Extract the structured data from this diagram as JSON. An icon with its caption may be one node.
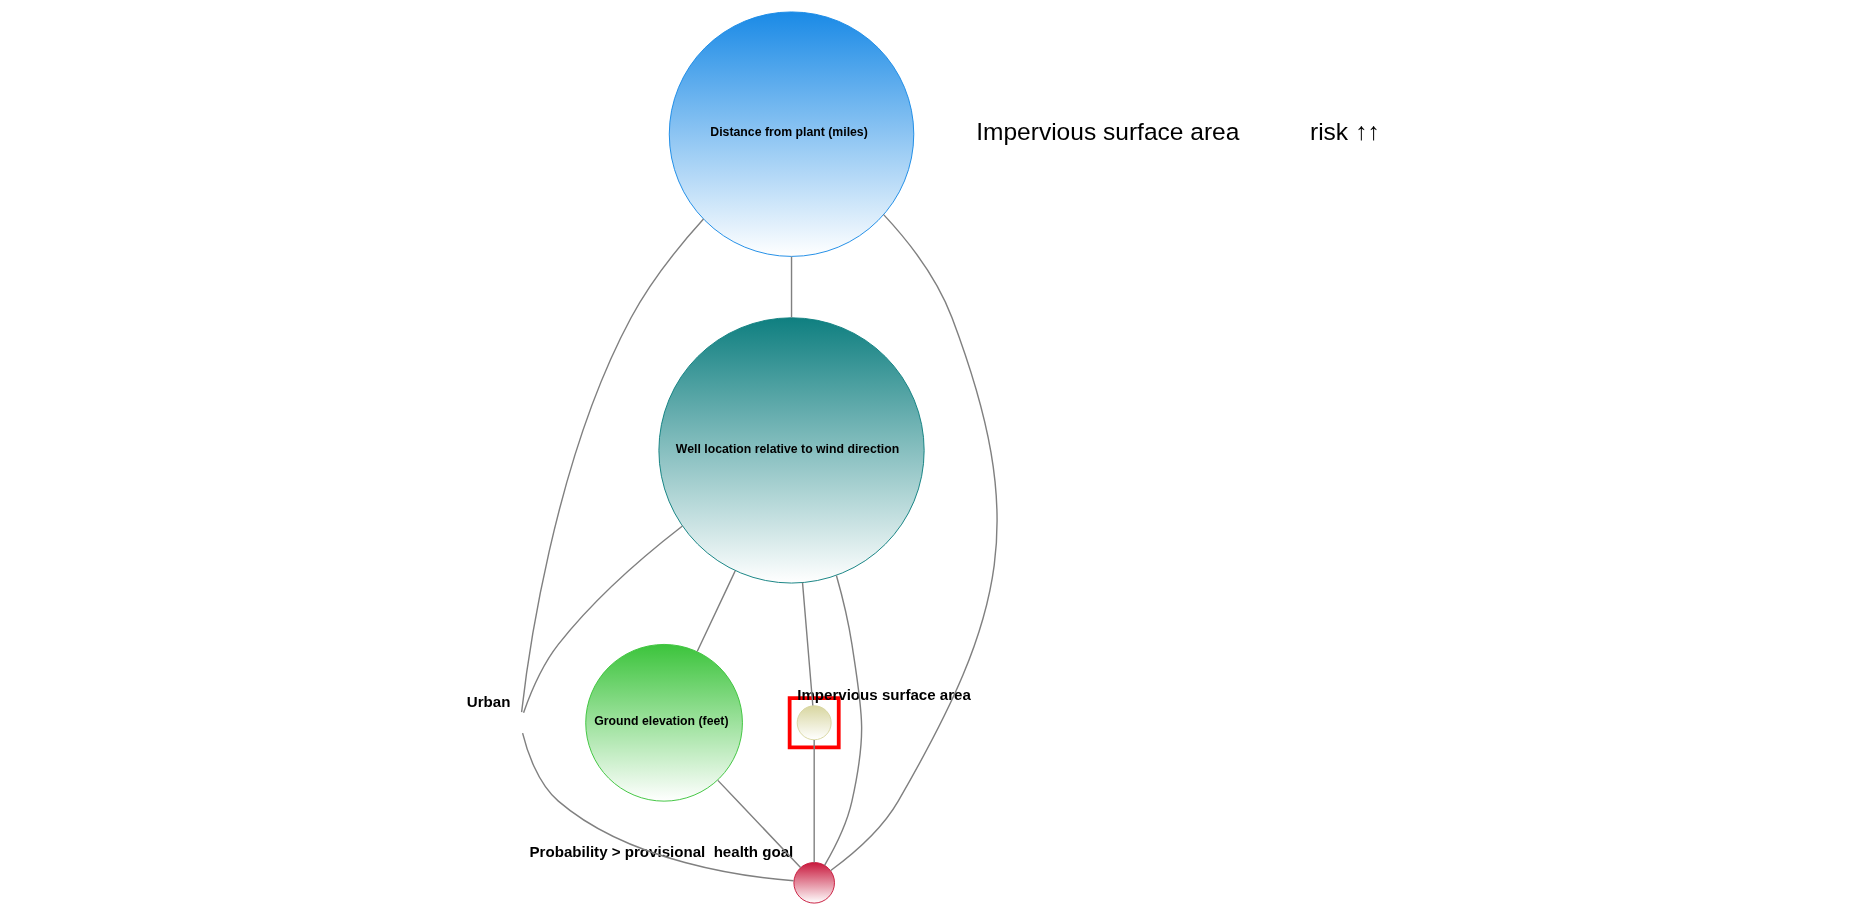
{
  "diagram": {
    "nodes": [
      {
        "text": [
          "Well location relative to wind direction"
        ]
      },
      {
        "text": [
          "Distance from plant (miles)"
        ]
      },
      {
        "text": [
          "Urban"
        ]
      },
      {
        "text": [
          "Ground elevation (feet)"
        ]
      },
      {
        "text": [],
        "shape": "box"
      },
      {
        "text": [
          "Impervious surface area"
        ],
        "in": 4
      },
      {
        "text": [
          "Probability > provisional  health goal"
        ]
      }
    ],
    "edges": [
      {
        "from": 1,
        "to": 0,
        "arrow": "none"
      },
      {
        "from": 0,
        "to": 2,
        "arrow": "none"
      },
      {
        "from": 1,
        "to": 2,
        "arrow": "none"
      },
      {
        "from": 0,
        "to": 5,
        "arrow": "none"
      },
      {
        "from": 0,
        "to": 3,
        "arrow": "none"
      },
      {
        "from": 0,
        "to": 6,
        "arrow": "none"
      },
      {
        "from": 1,
        "to": 6,
        "arrow": "none"
      },
      {
        "from": 3,
        "to": 6,
        "arrow": "none"
      },
      {
        "from": 2,
        "to": 6,
        "arrow": "none"
      },
      {
        "from": 5,
        "to": 6,
        "arrow": "none"
      }
    ],
    "labels": [
      "Impervious surface area",
      "risk ↑↑"
    ]
  }
}
